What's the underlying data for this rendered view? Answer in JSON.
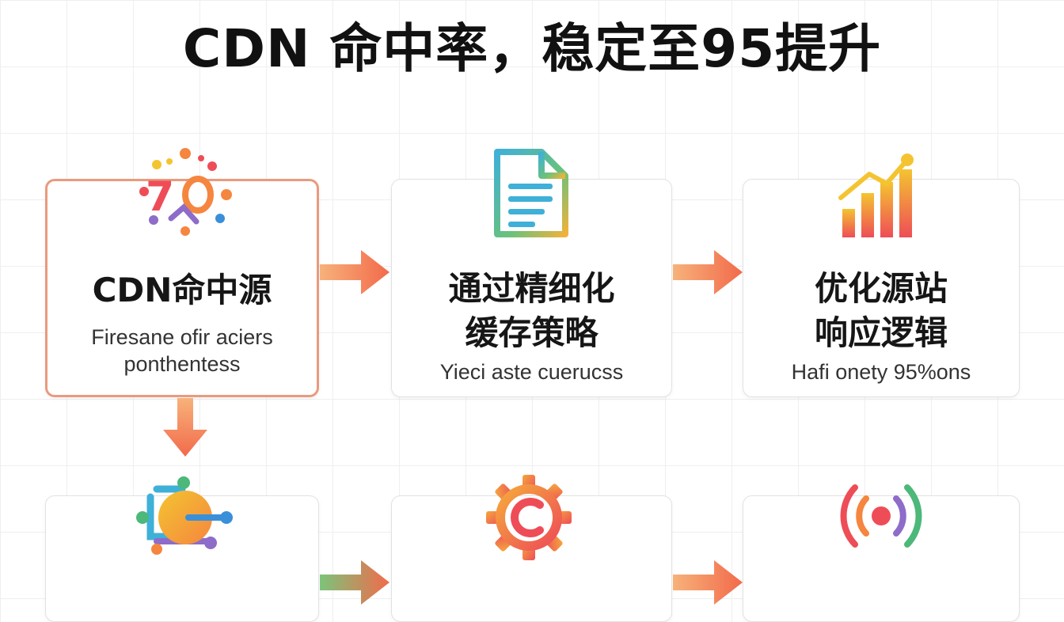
{
  "title": "CDN 命中率，稳定至95提升",
  "steps": [
    {
      "heading_lines": [
        "CDN命中源"
      ],
      "caption_lines": [
        "Firesane ofir aciers",
        "ponthentess"
      ],
      "icon": "burst-icon"
    },
    {
      "heading_lines": [
        "通过精细化",
        "缓存策略"
      ],
      "caption_lines": [
        "Yieci aste cuerucss"
      ],
      "icon": "document-icon"
    },
    {
      "heading_lines": [
        "优化源站",
        "响应逻辑"
      ],
      "caption_lines": [
        "Hafi onety 95%ons"
      ],
      "icon": "bar-chart-icon"
    },
    {
      "heading_lines": [],
      "caption_lines": [],
      "icon": "circuit-icon"
    },
    {
      "heading_lines": [],
      "caption_lines": [],
      "icon": "gear-icon"
    },
    {
      "heading_lines": [],
      "caption_lines": [],
      "icon": "signal-icon"
    }
  ],
  "colors": {
    "accent_orange": "#f5863f",
    "accent_red": "#ee4d57",
    "accent_yellow": "#f4c430",
    "accent_blue": "#3a8fd9",
    "accent_green": "#4cb87a",
    "active_border": "#ea9a7e"
  }
}
